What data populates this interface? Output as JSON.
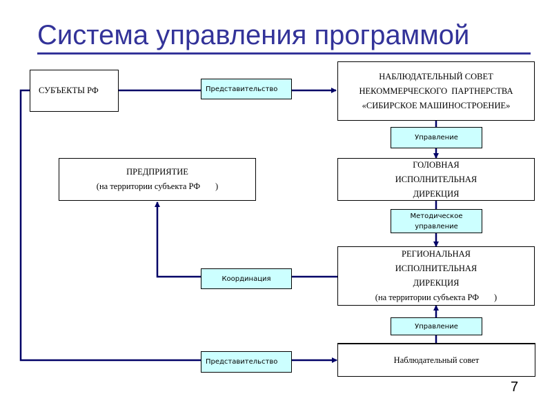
{
  "title": "Система управления программой",
  "page_number": "7",
  "colors": {
    "title": "#333399",
    "connector": "#000066",
    "label_fill": "#ccffff",
    "box_border": "#000000"
  },
  "boxes": {
    "subjects_rf": {
      "lines": [
        "СУБЪЕКТЫ РФ"
      ]
    },
    "supervisory_council_np": {
      "lines": [
        "НАБЛЮДАТЕЛЬНЫЙ СОВЕТ",
        "НЕКОММЕРЧЕСКОГО  ПАРТНЕРСТВА",
        "«СИБИРСКОЕ МАШИНОСТРОЕНИЕ»"
      ]
    },
    "enterprise": {
      "lines": [
        "ПРЕДПРИЯТИЕ",
        "(на территории субъекта РФ       )"
      ]
    },
    "head_directorate": {
      "lines": [
        "ГОЛОВНАЯ",
        "ИСПОЛНИТЕЛЬНАЯ",
        "ДИРЕКЦИЯ"
      ]
    },
    "regional_directorate": {
      "lines": [
        "РЕГИОНАЛЬНАЯ",
        "ИСПОЛНИТЕЛЬНАЯ",
        "ДИРЕКЦИЯ",
        "(на территории субъекта РФ       )"
      ]
    },
    "supervisory_council": {
      "lines": [
        "Наблюдательный совет"
      ]
    }
  },
  "labels": {
    "representation_top": {
      "lines": [
        "Представительство"
      ]
    },
    "management_top": {
      "lines": [
        "Управление"
      ]
    },
    "methodical_management": {
      "lines": [
        "Методическое",
        "управление"
      ]
    },
    "coordination": {
      "lines": [
        "Координация"
      ]
    },
    "management_bottom": {
      "lines": [
        "Управление"
      ]
    },
    "representation_bottom": {
      "lines": [
        "Представительство"
      ]
    }
  }
}
